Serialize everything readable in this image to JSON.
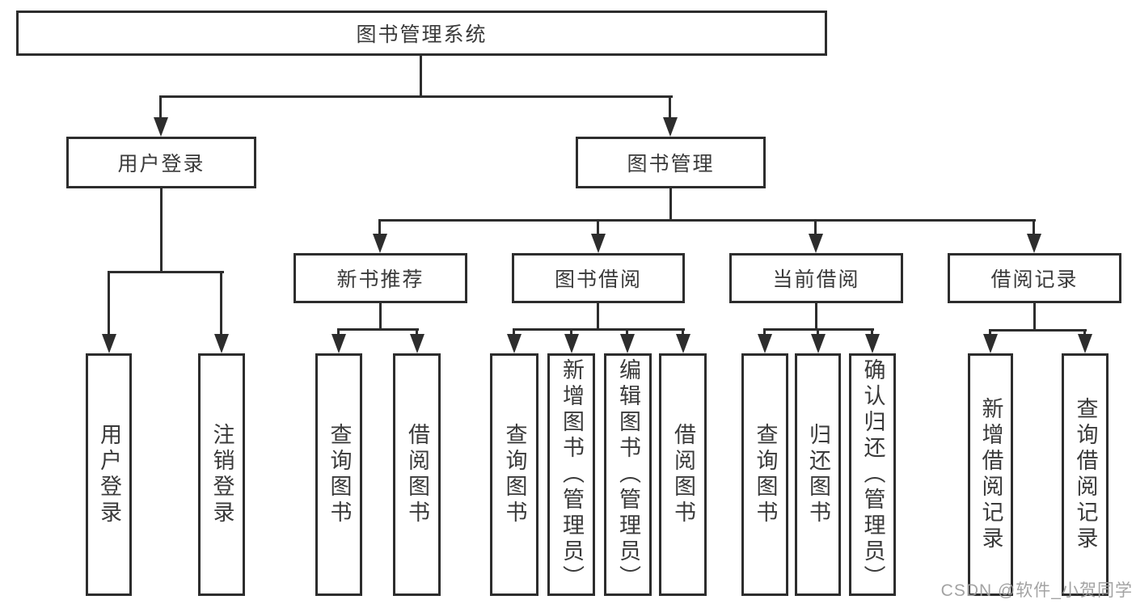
{
  "watermark": "CSDN @软件_小贺同学",
  "tree": {
    "root": {
      "label": "图书管理系统"
    },
    "level2": {
      "user_login": {
        "label": "用户登录"
      },
      "book_mgmt": {
        "label": "图书管理"
      }
    },
    "level3": {
      "new_book_rec": {
        "label": "新书推荐"
      },
      "book_borrow": {
        "label": "图书借阅"
      },
      "current_borrow": {
        "label": "当前借阅"
      },
      "borrow_record": {
        "label": "借阅记录"
      }
    },
    "leaves": {
      "user_login_leaf": {
        "label": "用户登录"
      },
      "logout": {
        "label": "注销登录"
      },
      "query_book_1": {
        "label": "查询图书"
      },
      "borrow_book_1": {
        "label": "借阅图书"
      },
      "query_book_2": {
        "label": "查询图书"
      },
      "add_book": {
        "label": "新增图书（管理员）"
      },
      "edit_book": {
        "label": "编辑图书（管理员）"
      },
      "borrow_book_2": {
        "label": "借阅图书"
      },
      "query_book_3": {
        "label": "查询图书"
      },
      "return_book": {
        "label": "归还图书"
      },
      "confirm_return": {
        "label": "确认归还（管理员）"
      },
      "add_borrow_record": {
        "label": "新增借阅记录"
      },
      "query_borrow_record": {
        "label": "查询借阅记录"
      }
    }
  }
}
